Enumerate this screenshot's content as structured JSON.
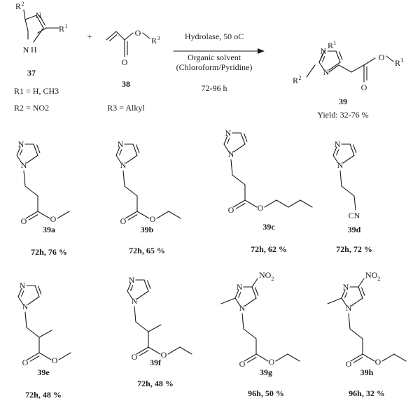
{
  "reaction": {
    "reactant1": {
      "id": "37",
      "r1_def": "R1 = H, CH3",
      "r2_def": "R2 = NO2"
    },
    "plus": "+",
    "reactant2": {
      "id": "38",
      "r3_def": "R3 = Alkyl"
    },
    "conditions": {
      "catalyst": "Hydrolase, 50 oC",
      "solvent_line1": "Organic solvent",
      "solvent_line2": "(Chloroform/Pyridine)",
      "time": "72-96 h"
    },
    "product": {
      "id": "39",
      "yield": "Yield: 32-76 %"
    }
  },
  "atom_labels": {
    "N": "N",
    "NH": "H",
    "O": "O",
    "CN": "CN",
    "NO2": "NO",
    "R": "R",
    "sub1": "1",
    "sub2": "2",
    "sub3": "3"
  },
  "compounds": [
    {
      "id": "39a",
      "result": "72h, 76 %"
    },
    {
      "id": "39b",
      "result": "72h, 65 %"
    },
    {
      "id": "39c",
      "result": "72h, 62 %"
    },
    {
      "id": "39d",
      "result": "72h, 72 %"
    },
    {
      "id": "39e",
      "result": "72h, 48 %"
    },
    {
      "id": "39f",
      "result": "72h, 48 %"
    },
    {
      "id": "39g",
      "result": "96h, 50 %"
    },
    {
      "id": "39h",
      "result": "96h, 32 %"
    }
  ]
}
